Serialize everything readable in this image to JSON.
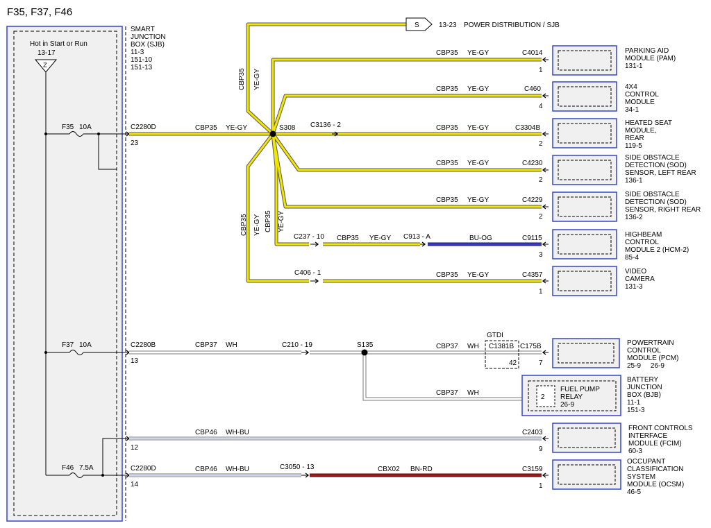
{
  "title": "F35, F37, F46",
  "sjb": {
    "hot_label": "Hot in Start or Run",
    "hot_ref": "13-17",
    "hot_symbol": "Z",
    "name_lines": [
      "SMART",
      "JUNCTION",
      "BOX (SJB)",
      "11-3",
      "151-10",
      "151-13"
    ],
    "fuses": [
      {
        "name": "F35",
        "rating": "10A"
      },
      {
        "name": "F37",
        "rating": "10A"
      },
      {
        "name": "F46",
        "rating": "7.5A"
      }
    ]
  },
  "sjb_pins": [
    {
      "connector": "C2280D",
      "pin": "23"
    },
    {
      "connector": "C2280B",
      "pin": "13"
    },
    {
      "connector": "",
      "pin": "12"
    },
    {
      "connector": "C2280D",
      "pin": "14"
    }
  ],
  "splices": [
    "S308",
    "S135"
  ],
  "power_distribution": {
    "symbol": "S",
    "ref": "13-23",
    "label": "POWER DISTRIBUTION / SJB"
  },
  "wire_labels": {
    "cbp35": "CBP35",
    "yegy": "YE-GY",
    "cbp37": "CBP37",
    "wh": "WH",
    "cbp46": "CBP46",
    "whbu": "WH-BU",
    "cbx02": "CBX02",
    "bnrd": "BN-RD",
    "buog": "BU-OG"
  },
  "inline_connectors": {
    "c3136": "C3136 - 2",
    "c237": "C237 - 10",
    "c913": "C913 - A",
    "c406": "C406 - 1",
    "c210": "C210 - 19",
    "c3050": "C3050 - 13"
  },
  "gtdi": {
    "label": "GTDI",
    "connector": "C1381B",
    "pin": "42"
  },
  "branches": [
    {
      "connector": "C4014",
      "pin": "1",
      "module_lines": [
        "PARKING AID",
        "MODULE (PAM)",
        "131-1"
      ]
    },
    {
      "connector": "C460",
      "pin": "4",
      "module_lines": [
        "4X4",
        "CONTROL",
        "MODULE",
        "34-1"
      ]
    },
    {
      "connector": "C3304B",
      "pin": "2",
      "module_lines": [
        "HEATED SEAT",
        "MODULE,",
        "REAR",
        "119-5"
      ]
    },
    {
      "connector": "C4230",
      "pin": "2",
      "module_lines": [
        "SIDE OBSTACLE",
        "DETECTION (SOD)",
        "SENSOR, LEFT REAR",
        "136-1"
      ]
    },
    {
      "connector": "C4229",
      "pin": "2",
      "module_lines": [
        "SIDE OBSTACLE",
        "DETECTION (SOD)",
        "SENSOR, RIGHT REAR",
        "136-2"
      ]
    },
    {
      "connector": "C9115",
      "pin": "3",
      "module_lines": [
        "HIGHBEAM",
        "CONTROL",
        "MODULE 2 (HCM-2)",
        "85-4"
      ]
    },
    {
      "connector": "C4357",
      "pin": "1",
      "module_lines": [
        "VIDEO",
        "CAMERA",
        "131-3"
      ]
    },
    {
      "connector": "C175B",
      "pin": "7",
      "module_lines": [
        "POWERTRAIN",
        "CONTROL",
        "MODULE (PCM)",
        "25-9     26-9"
      ]
    },
    {
      "connector": "",
      "pin": "",
      "module_lines": [
        "BATTERY",
        "JUNCTION",
        "BOX (BJB)",
        "11-1",
        "151-3"
      ]
    },
    {
      "connector": "C2403",
      "pin": "9",
      "module_lines": [
        "FRONT CONTROLS",
        "INTERFACE",
        "MODULE (FCIM)",
        "60-3"
      ]
    },
    {
      "connector": "C3159",
      "pin": "1",
      "module_lines": [
        "OCCUPANT",
        "CLASSIFICATION",
        "SYSTEM",
        "MODULE (OCSM)",
        "46-5"
      ]
    }
  ],
  "fuel_pump": {
    "pin": "2",
    "lines": [
      "FUEL PUMP",
      "RELAY",
      "26-9"
    ]
  },
  "colors": {
    "yellow_wire": "#f2e600",
    "wire_edge": "#555555",
    "white_wire_edge": "#7a7a7a",
    "whbu_stripe": "#9aa8e8",
    "blue_wire": "#3a3ac0",
    "brown_wire": "#a01818",
    "module_border": "#3344cc",
    "panel_fill": "#f0f0f0"
  }
}
